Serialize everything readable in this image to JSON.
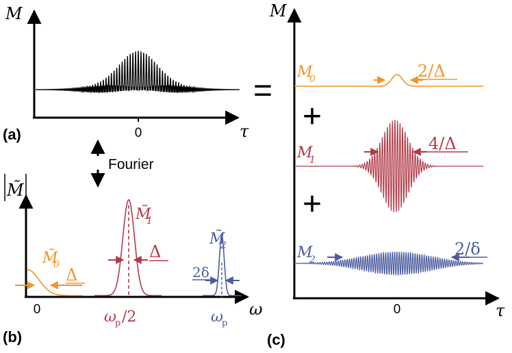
{
  "colors": {
    "axis": "#000000",
    "m0": "#f39326",
    "m1": "#b03a48",
    "m2": "#4a5b9e",
    "text": "#222222"
  },
  "panel_a": {
    "label": "(a)",
    "y_axis_label": "M",
    "x_axis_label": "τ",
    "x_tick": "0"
  },
  "fourier": {
    "label": "Fourier"
  },
  "panel_b": {
    "label": "(b)",
    "y_axis_label": "M̃",
    "x_axis_label": "ω",
    "x_ticks": {
      "zero": "0",
      "half_base": "ω",
      "half_sub": "p",
      "half_suffix": "/2",
      "full_base": "ω",
      "full_sub": "p"
    },
    "peaks": {
      "m0": {
        "base": "M̃",
        "sub": "0"
      },
      "m1": {
        "base": "M̃",
        "sub": "1"
      },
      "m2": {
        "base": "M̃",
        "sub": "2"
      }
    },
    "widths": {
      "m0": "Δ",
      "m1": "Δ",
      "m2": "2δ"
    }
  },
  "operators": {
    "equals": "=",
    "plus": "+"
  },
  "panel_c": {
    "label": "(c)",
    "y_axis_label": "M",
    "x_axis_label": "τ",
    "x_tick": "0",
    "components": {
      "m0": {
        "base": "M",
        "sub": "0",
        "width_label": "2/Δ"
      },
      "m1": {
        "base": "M",
        "sub": "1",
        "width_label": "4/Δ"
      },
      "m2": {
        "base": "M",
        "sub": "2",
        "width_label": "2/δ"
      }
    }
  }
}
